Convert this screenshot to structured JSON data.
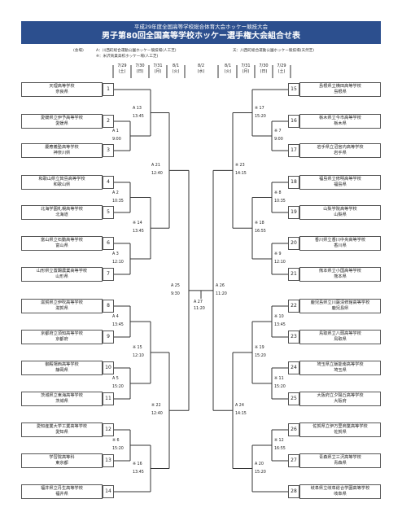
{
  "header": {
    "subtitle": "平成29年度全国高等学校総合体育大会ホッケー競技大会",
    "title": "男子第80回全国高等学校ホッケー選手権大会組合せ表"
  },
  "venues": {
    "label": "(会場)",
    "left_a": "A：川西町総合運動公園ホッケー競技場(人工芝)",
    "left_b": "※：米沢商業高校ホッケー場(人工芝)",
    "right_a": "天：川西町総合運動公園ホッケー競技場(天然芝)"
  },
  "dates": [
    {
      "d": "7/29",
      "w": "(土)"
    },
    {
      "d": "7/30",
      "w": "(日)"
    },
    {
      "d": "7/31",
      "w": "(月)"
    },
    {
      "d": "8/1",
      "w": "(火)"
    },
    {
      "d": "8/2",
      "w": "(水)"
    },
    {
      "d": "8/1",
      "w": "(火)"
    },
    {
      "d": "7/31",
      "w": "(月)"
    },
    {
      "d": "7/30",
      "w": "(日)"
    },
    {
      "d": "7/29",
      "w": "(土)"
    }
  ],
  "teams_left": [
    {
      "no": "1",
      "school": "天理高等学校",
      "pref": "奈良県"
    },
    {
      "no": "2",
      "school": "愛媛県立伊予高等学校",
      "pref": "愛媛県"
    },
    {
      "no": "3",
      "school": "慶應義塾高等学校",
      "pref": "神奈川県"
    },
    {
      "no": "4",
      "school": "和歌山県立箕島高等学校",
      "pref": "和歌山県"
    },
    {
      "no": "5",
      "school": "北海学園札幌高等学校",
      "pref": "北海道"
    },
    {
      "no": "6",
      "school": "富山県立石動高等学校",
      "pref": "富山県"
    },
    {
      "no": "7",
      "school": "山形県立置賜農業高等学校",
      "pref": "山形県"
    },
    {
      "no": "8",
      "school": "滋賀県立伊吹高等学校",
      "pref": "滋賀県"
    },
    {
      "no": "9",
      "school": "京都府立須知高等学校",
      "pref": "京都府"
    },
    {
      "no": "10",
      "school": "御殿場西高等学校",
      "pref": "静岡県"
    },
    {
      "no": "11",
      "school": "茨城県立東海高等学校",
      "pref": "茨城県"
    },
    {
      "no": "12",
      "school": "愛知産業大学工業高等学校",
      "pref": "愛知県"
    },
    {
      "no": "13",
      "school": "学習院高等科",
      "pref": "東京都"
    },
    {
      "no": "14",
      "school": "福井県立丹生高等学校",
      "pref": "福井県"
    }
  ],
  "teams_right": [
    {
      "no": "15",
      "school": "島根県立横田高等学校",
      "pref": "島根県"
    },
    {
      "no": "16",
      "school": "栃木県立今市高等学校",
      "pref": "栃木県"
    },
    {
      "no": "17",
      "school": "岩手県立沼宮内高等学校",
      "pref": "岩手県"
    },
    {
      "no": "18",
      "school": "福島県立修明高等学校",
      "pref": "福島県"
    },
    {
      "no": "19",
      "school": "山梨学院高等学校",
      "pref": "山梨県"
    },
    {
      "no": "20",
      "school": "香川県立香川中央高等学校",
      "pref": "香川県"
    },
    {
      "no": "21",
      "school": "熊本県立小国高等学校",
      "pref": "熊本県"
    },
    {
      "no": "22",
      "school": "鹿児島県立川薩清修館高等学校",
      "pref": "鹿児島県"
    },
    {
      "no": "23",
      "school": "鳥取県立八頭高等学校",
      "pref": "鳥取県"
    },
    {
      "no": "24",
      "school": "埼玉県立飯能南高等学校",
      "pref": "埼玉県"
    },
    {
      "no": "25",
      "school": "大阪府立夕陽丘高等学校",
      "pref": "大阪府"
    },
    {
      "no": "26",
      "school": "佐賀県立伊万里商業高等学校",
      "pref": "佐賀県"
    },
    {
      "no": "27",
      "school": "青森県立三沢高等学校",
      "pref": "青森県"
    },
    {
      "no": "28",
      "school": "岐阜県立岐阜総合学園高等学校",
      "pref": "岐阜県"
    }
  ],
  "matches": {
    "L1": {
      "code": "A 1",
      "time": "9:00"
    },
    "L2": {
      "code": "A 13",
      "time": "13:45"
    },
    "L3": {
      "code": "A 2",
      "time": "10:35"
    },
    "L4": {
      "code": "A 3",
      "time": "12:10"
    },
    "L5": {
      "code": "※ 14",
      "time": "13:45"
    },
    "L6": {
      "code": "A 21",
      "time": "12:40"
    },
    "L7": {
      "code": "A 4",
      "time": "13:45"
    },
    "L8": {
      "code": "A 5",
      "time": "15:20"
    },
    "L9": {
      "code": "※ 15",
      "time": "12:10"
    },
    "L10": {
      "code": "※ 6",
      "time": "15:20"
    },
    "L11": {
      "code": "※ 16",
      "time": "13:45"
    },
    "L12": {
      "code": "※ 22",
      "time": "12:40"
    },
    "L13": {
      "code": "A 25",
      "time": "9:30"
    },
    "F": {
      "code": "A 27",
      "time": "11:20"
    },
    "R1": {
      "code": "※ 7",
      "time": "9:00"
    },
    "R2": {
      "code": "※ 17",
      "time": "15:20"
    },
    "R3": {
      "code": "※ 8",
      "time": "10:35"
    },
    "R4": {
      "code": "※ 9",
      "time": "12:10"
    },
    "R5": {
      "code": "※ 18",
      "time": "16:55"
    },
    "R6": {
      "code": "※ 23",
      "time": "14:15"
    },
    "R7": {
      "code": "※ 10",
      "time": "13:45"
    },
    "R8": {
      "code": "※ 11",
      "time": "15:20"
    },
    "R9": {
      "code": "※ 19",
      "time": "15:20"
    },
    "R10": {
      "code": "※ 12",
      "time": "16:55"
    },
    "R11": {
      "code": "A 20",
      "time": "15:20"
    },
    "R12": {
      "code": "A 24",
      "time": "14:15"
    },
    "R13": {
      "code": "A 26",
      "time": "11:20"
    }
  },
  "colors": {
    "banner": "#2c4f8e",
    "line": "#333333"
  }
}
